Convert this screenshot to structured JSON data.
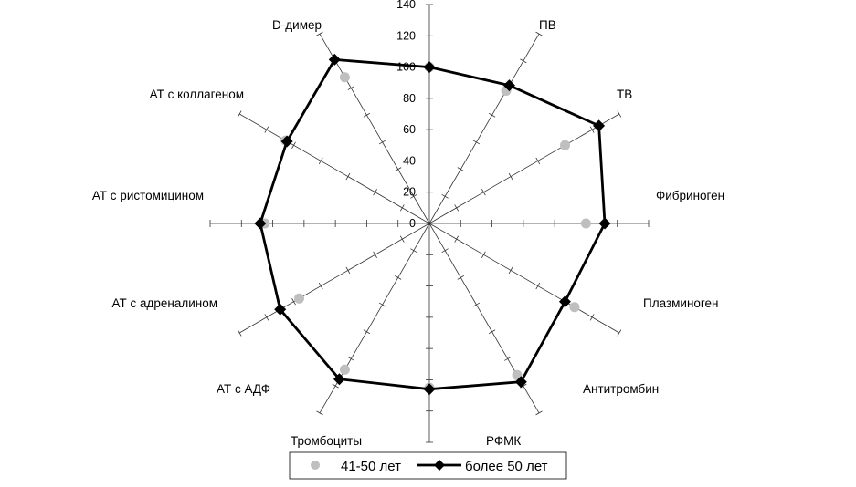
{
  "chart_data": {
    "type": "radar",
    "categories": [
      "ПВ",
      "ТВ",
      "Фибриноген",
      "Плазминоген",
      "Антитромбин",
      "РФМК",
      "Тромбоциты",
      "АТ с АДФ",
      "АТ с адреналином",
      "АТ с ристомицином",
      "АТ с коллагеном",
      "D-димер"
    ],
    "axis_category": "",
    "rlim": [
      0,
      140
    ],
    "r_ticks": [
      "0",
      "20",
      "40",
      "60",
      "80",
      "100",
      "120",
      "140"
    ],
    "series": [
      {
        "name": "41-50 лет",
        "marker": "circle",
        "line": false,
        "color": "#bfbfbf",
        "values": [
          100,
          98,
          100,
          100,
          107,
          112,
          105,
          108,
          96,
          105,
          106,
          108
        ]
      },
      {
        "name": "более 50 лет",
        "marker": "diamond",
        "line": true,
        "color": "#000000",
        "values": [
          100,
          102,
          125,
          112,
          100,
          117,
          106,
          115,
          110,
          108,
          105,
          121
        ]
      }
    ],
    "legend_position": "bottom",
    "grid": false
  }
}
